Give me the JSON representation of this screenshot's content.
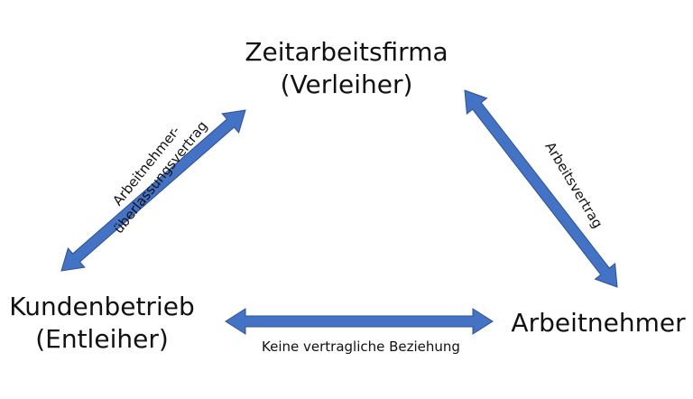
{
  "diagram": {
    "nodes": {
      "top": {
        "line1": "Zeitarbeitsfirma",
        "line2": "(Verleiher)"
      },
      "left": {
        "line1": "Kundenbetrieb",
        "line2": "(Entleiher)"
      },
      "right": {
        "line1": "Arbeitnehmer"
      }
    },
    "relations": {
      "left": {
        "line1": "Arbeitnehmer-",
        "line2": "überlassungsvertrag"
      },
      "right": {
        "line1": "Arbeitsvertrag"
      },
      "bottom": {
        "line1": "Keine vertragliche Beziehung"
      }
    },
    "colors": {
      "arrow_fill": "#4472C4",
      "arrow_stroke": "#2F528F",
      "text": "#111111"
    }
  }
}
